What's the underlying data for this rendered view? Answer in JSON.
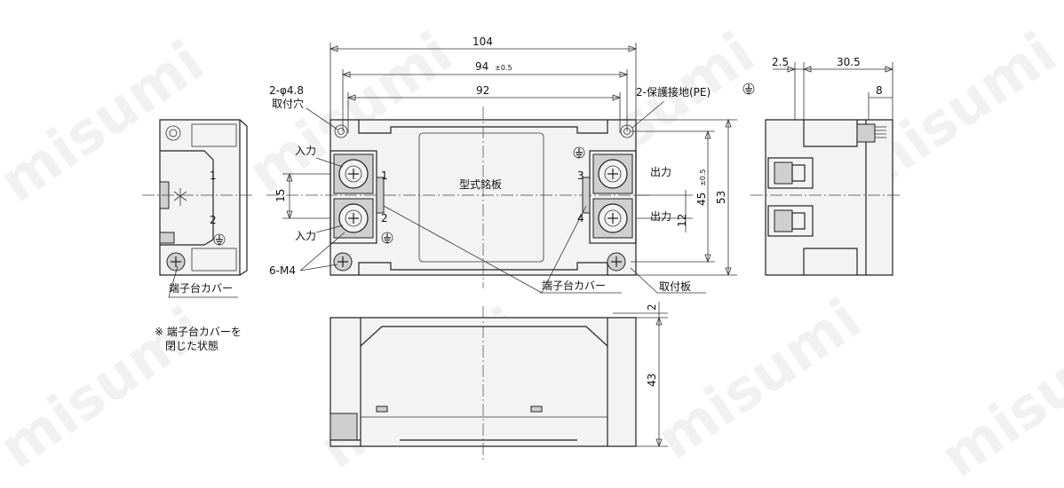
{
  "watermark": "misumi",
  "dimensions": {
    "w104": "104",
    "w94": "94",
    "w94_tol": "±0.5",
    "w92": "92",
    "h53": "53",
    "h45": "45",
    "h45_tol": "±0.5",
    "p15": "15",
    "p12": "12",
    "h43": "43",
    "t2": "2",
    "d2_5": "2.5",
    "d30_5": "30.5",
    "d8": "8"
  },
  "labels": {
    "mount_hole": "2-φ4.8",
    "mount_hole_sub": "取付穴",
    "protective_earth": "2-保護接地(PE)",
    "input": "入力",
    "output": "出力",
    "screw": "6-M4",
    "nameplate": "型式銘板",
    "terminal_cover": "端子台カバー",
    "mount_plate": "取付板",
    "note_line1": "※ 端子台カバーを",
    "note_line2": "閉じた状態",
    "t1": "1",
    "t2": "2",
    "t3": "3",
    "t4": "4"
  },
  "icons": [
    "ground-icon",
    "screw-head-icon",
    "arrow-icon"
  ]
}
